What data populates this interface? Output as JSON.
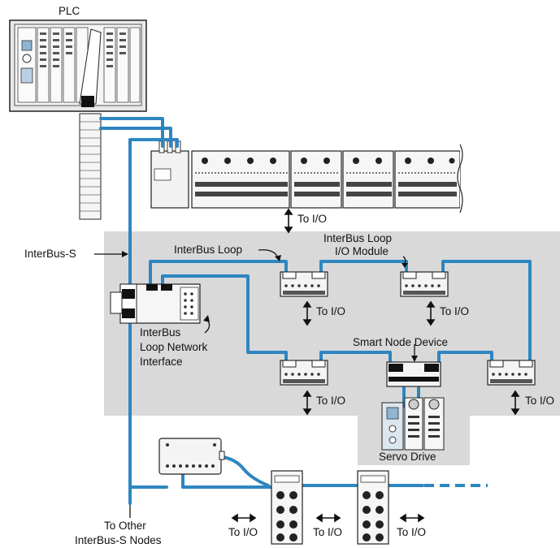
{
  "labels": {
    "plc": "PLC",
    "interbus_s": "InterBus-S",
    "interbus_loop": "InterBus Loop",
    "loop_io_module": [
      "InterBus Loop",
      "I/O Module"
    ],
    "loop_network_interface": [
      "InterBus",
      "Loop Network",
      "Interface"
    ],
    "smart_node_device": "Smart Node Device",
    "servo_drive": "Servo Drive",
    "to_io": "To I/O",
    "to_other_nodes": [
      "To Other",
      "InterBus-S Nodes"
    ]
  },
  "colors": {
    "bus_cable": "#2e86c1",
    "loop_region": "#d9d9d9",
    "device_fill": "#f2f2f2",
    "outline": "#222222",
    "servo_panel": "#dce6ef"
  }
}
